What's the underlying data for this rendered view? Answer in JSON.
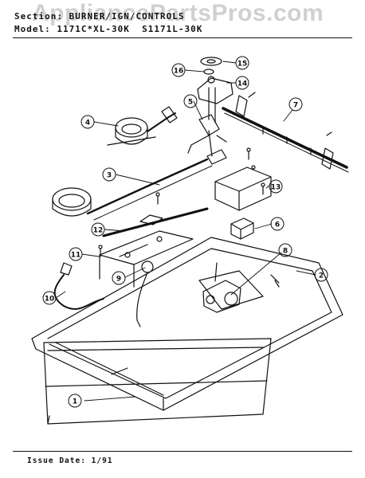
{
  "header": {
    "section_label": "Section:",
    "section_value": "BURNER/IGN/CONTROLS",
    "model_label": "Model:",
    "model_value": "1171C*XL-30K  S1171L-30K"
  },
  "watermark": "AppliancePartsPros.com",
  "footer": {
    "issue_label": "Issue Date:",
    "issue_value": "1/91"
  },
  "callouts": [
    "1",
    "2",
    "3",
    "4",
    "5",
    "6",
    "7",
    "8",
    "9",
    "10",
    "11",
    "12",
    "13",
    "14",
    "15",
    "16"
  ]
}
